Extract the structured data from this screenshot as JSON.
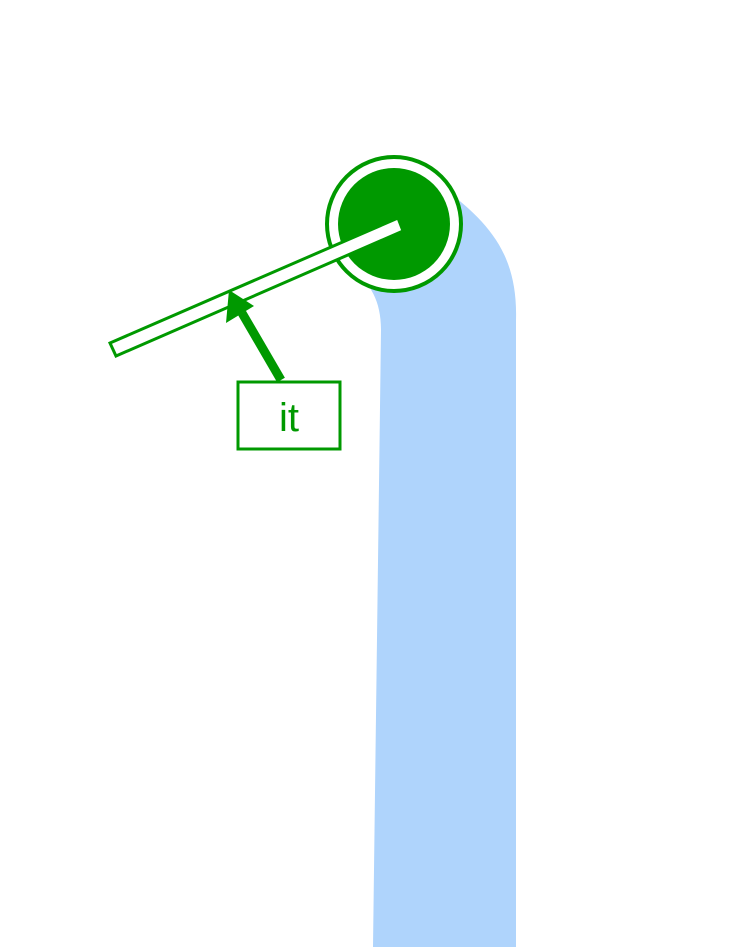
{
  "diagram": {
    "label": "it",
    "colors": {
      "background": "#ffffff",
      "path": "#afd4fc",
      "accent": "#009900",
      "handle_fill": "#ffffff"
    },
    "elements": {
      "path": "light-blue-path",
      "knob": "green-knob",
      "handle": "white-handle-bar",
      "pointer": "arrow-pointer",
      "label_box": "label-box"
    }
  }
}
